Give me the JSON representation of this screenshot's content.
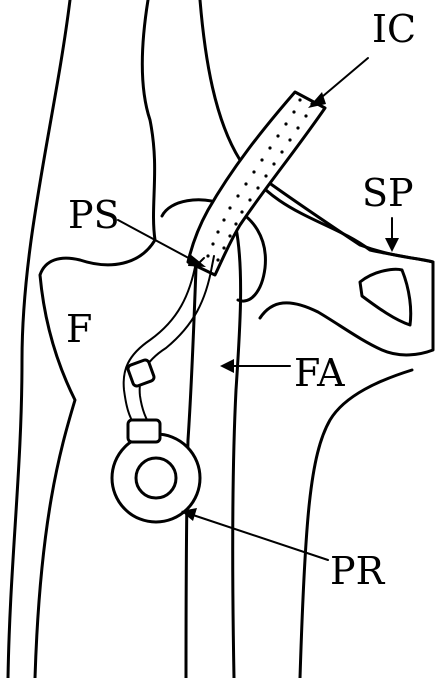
{
  "labels": {
    "ic": "IC",
    "ps": "PS",
    "sp": "SP",
    "f": "F",
    "fa": "FA",
    "pr": "PR"
  },
  "colors": {
    "line": "#000000",
    "background": "#ffffff"
  }
}
